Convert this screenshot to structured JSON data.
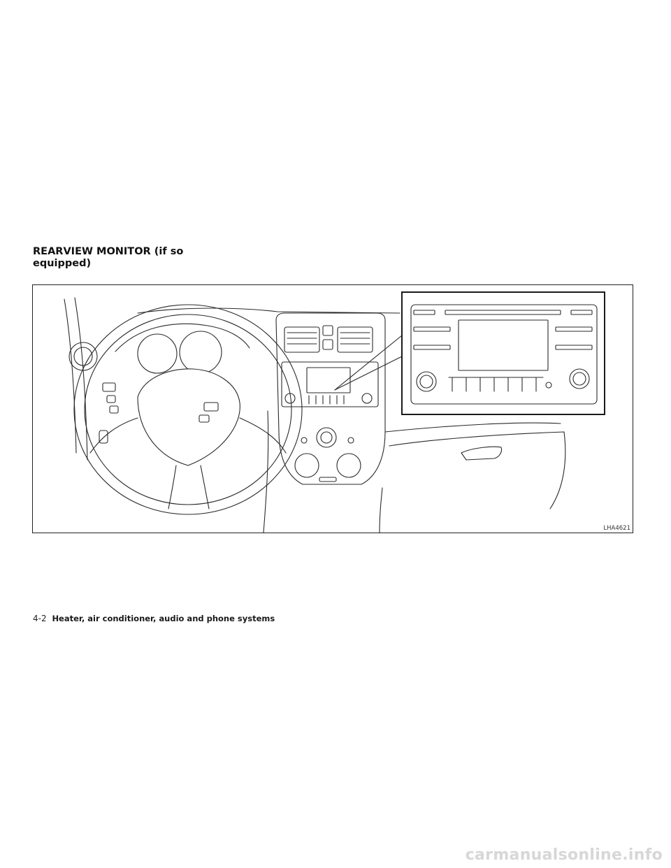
{
  "section": {
    "title": "REARVIEW MONITOR (if so equipped)"
  },
  "figure": {
    "code": "LHA4621"
  },
  "footer": {
    "page_number": "4-2",
    "chapter": "Heater, air conditioner, audio and phone systems"
  },
  "watermark": "carmanualsonline.info"
}
